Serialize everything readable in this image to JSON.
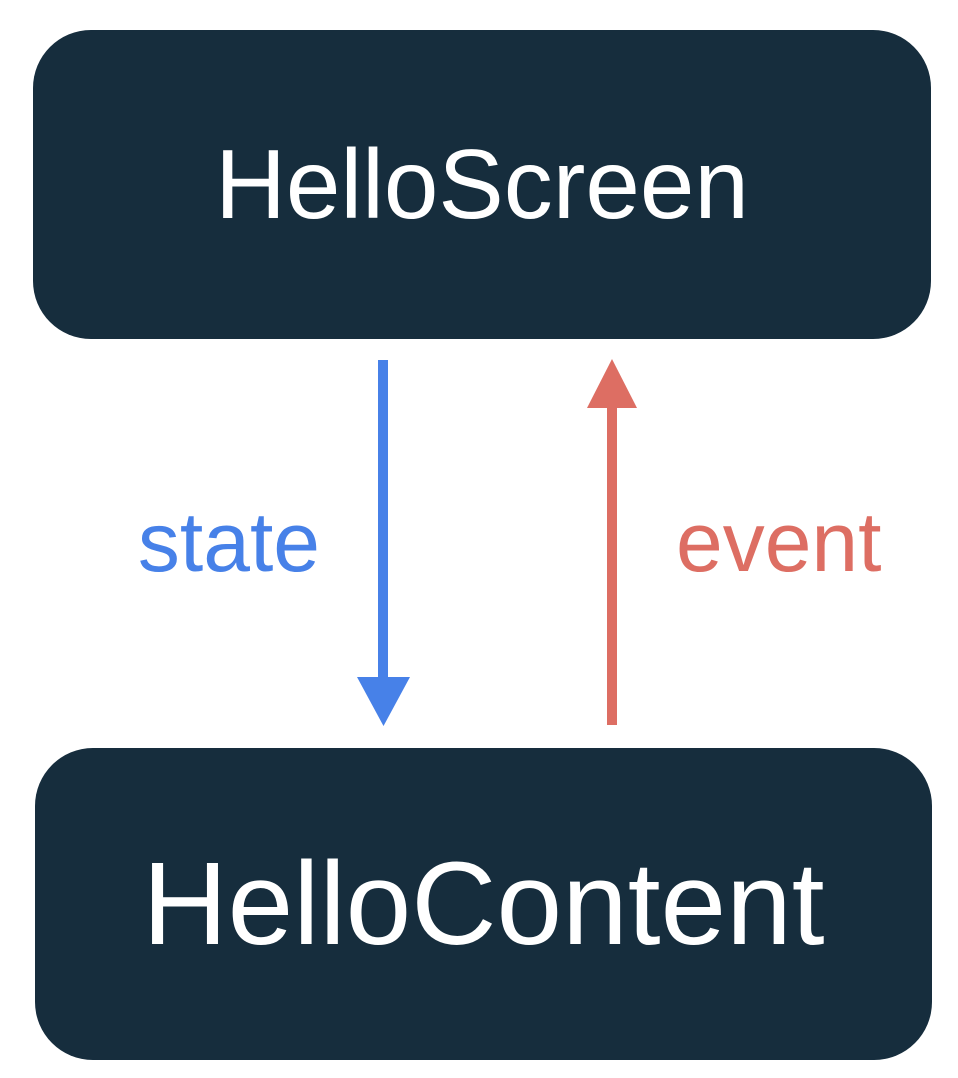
{
  "diagram": {
    "nodes": {
      "screen": {
        "label": "HelloScreen"
      },
      "content": {
        "label": "HelloContent"
      }
    },
    "arrows": {
      "state": {
        "label": "state",
        "direction": "down"
      },
      "event": {
        "label": "event",
        "direction": "up"
      }
    },
    "colors": {
      "node_bg": "#162D3D",
      "node_text": "#FFFFFF",
      "state": "#4781E8",
      "event": "#DD6E63",
      "background": "#FFFFFF"
    }
  }
}
